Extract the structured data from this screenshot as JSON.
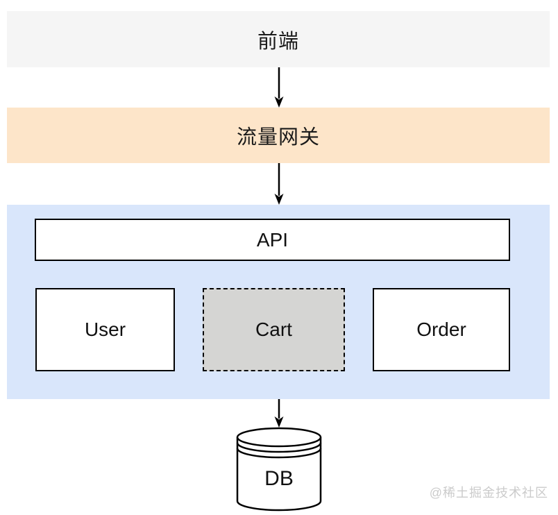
{
  "diagram": {
    "frontend_band": {
      "label": "前端"
    },
    "gateway_band": {
      "label": "流量网关"
    },
    "services_container": {
      "api_box": {
        "label": "API"
      },
      "service_boxes": [
        {
          "id": "user",
          "label": "User",
          "border": "solid"
        },
        {
          "id": "cart",
          "label": "Cart",
          "border": "dashed"
        },
        {
          "id": "order",
          "label": "Order",
          "border": "solid"
        }
      ]
    },
    "database": {
      "label": "DB"
    },
    "arrows": [
      {
        "from": "frontend",
        "to": "gateway"
      },
      {
        "from": "gateway",
        "to": "services"
      },
      {
        "from": "services",
        "to": "database"
      }
    ],
    "watermark": "@稀土掘金技术社区"
  },
  "colors": {
    "frontend_band_bg": "#f5f5f5",
    "gateway_band_bg": "#fde5c9",
    "services_bg": "#d9e6fb",
    "cart_bg": "#d5d5d3",
    "node_bg": "#ffffff",
    "node_border": "#000000",
    "arrow": "#000000",
    "text": "#1a1a1a",
    "watermark": "#cbcbcb"
  }
}
